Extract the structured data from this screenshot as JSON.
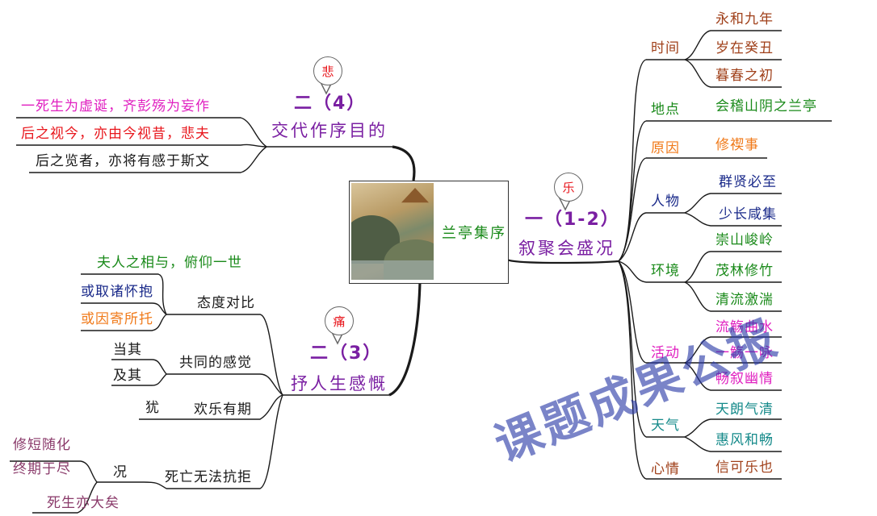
{
  "center": {
    "title": "兰亭集序"
  },
  "branches": {
    "b1": {
      "number": "一（1-2）",
      "title": "叙聚会盛况",
      "emotion": "乐",
      "subs": {
        "time": {
          "label": "时间",
          "items": [
            "永和九年",
            "岁在癸丑",
            "暮春之初"
          ]
        },
        "place": {
          "label": "地点",
          "items": [
            "会稽山阴之兰亭"
          ]
        },
        "reason": {
          "label": "原因",
          "items": [
            "修禊事"
          ]
        },
        "people": {
          "label": "人物",
          "items": [
            "群贤必至",
            "少长咸集"
          ]
        },
        "env": {
          "label": "环境",
          "items": [
            "崇山峻岭",
            "茂林修竹",
            "清流激湍"
          ]
        },
        "activity": {
          "label": "活动",
          "items": [
            "流觞曲水",
            "一觞一咏",
            "畅叙幽情"
          ]
        },
        "weather": {
          "label": "天气",
          "items": [
            "天朗气清",
            "惠风和畅"
          ]
        },
        "mood": {
          "label": "心情",
          "items": [
            "信可乐也"
          ]
        }
      }
    },
    "b2": {
      "number": "二（4）",
      "title": "交代作序目的",
      "emotion": "悲",
      "items": [
        "一死生为虚诞，齐彭殇为妄作",
        "后之视今，亦由今视昔，悲夫",
        "后之览者，亦将有感于斯文"
      ]
    },
    "b3": {
      "number": "二（3）",
      "title": "抒人生感慨",
      "emotion": "痛",
      "subs": {
        "contrast": {
          "label": "态度对比",
          "items": [
            "夫人之相与，俯仰一世",
            "或取诸怀抱",
            "或因寄所托"
          ]
        },
        "common": {
          "label": "共同的感觉",
          "items": [
            "当其",
            "及其"
          ]
        },
        "joy": {
          "label": "欢乐有期",
          "items": [
            "犹"
          ]
        },
        "death": {
          "label": "死亡无法抗拒",
          "items": [
            "况"
          ],
          "notes": [
            "修短随化",
            "终期于尽",
            "死生亦大矣"
          ]
        }
      }
    }
  },
  "watermark": "课题成果公报",
  "colors": {
    "line": "#1a1a1a",
    "emotion": "#e8161c",
    "purple": "#7a1fa2",
    "brown": "#a0401a",
    "green": "#1a8a1a",
    "orange": "#f07a1a",
    "navy": "#1a2a8a",
    "magenta": "#e020c0",
    "teal": "#158a8a",
    "red": "#e8161c",
    "plum": "#8a3a6a"
  }
}
